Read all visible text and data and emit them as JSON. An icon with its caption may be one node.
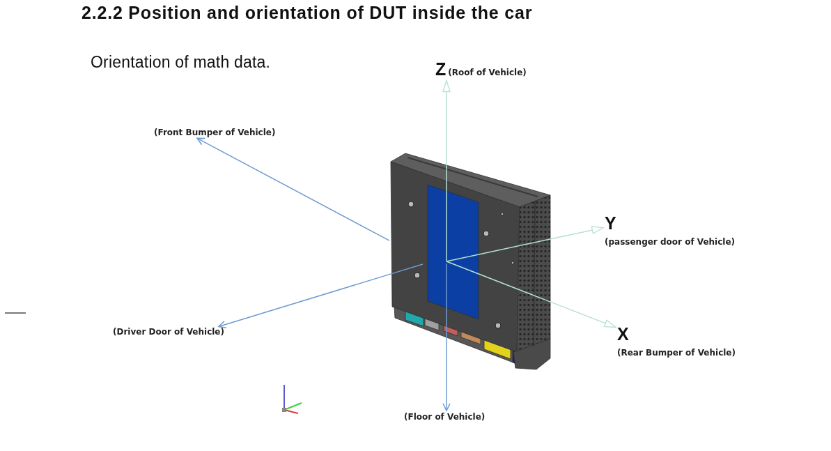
{
  "diagram": {
    "title": "2.2.2 Position and orientation of DUT inside the car",
    "nodes": [
      {
        "text": [
          "Z",
          "(Roof of Vehicle)"
        ]
      },
      {
        "text": [
          "(Front Bumper of Vehicle)"
        ]
      },
      {
        "text": [],
        "shape": "picture"
      },
      {
        "text": [
          "Y",
          "(passenger door of Vehicle)"
        ]
      },
      {
        "text": [
          "(Driver Door of Vehicle)"
        ]
      },
      {
        "text": [
          "X",
          "(Rear Bumper of Vehicle)"
        ]
      },
      {
        "text": [
          "(Floor of Vehicle)"
        ]
      }
    ],
    "edges": [
      {
        "from": 2,
        "to": 0,
        "arrow": "to",
        "color": "#b5e0d3"
      },
      {
        "from": 2,
        "to": 1,
        "arrow": "to",
        "color": "#6e9bd2"
      },
      {
        "from": 2,
        "to": 3,
        "arrow": "to",
        "color": "#b5e0d3"
      },
      {
        "from": 2,
        "to": 4,
        "arrow": "to",
        "color": "#6e9bd2"
      },
      {
        "from": 2,
        "to": 5,
        "arrow": "to",
        "color": "#b5e0d3"
      },
      {
        "from": 2,
        "to": 6,
        "arrow": "to",
        "color": "#6e9bd2"
      }
    ],
    "labels": [
      "Orientation of math data."
    ]
  }
}
